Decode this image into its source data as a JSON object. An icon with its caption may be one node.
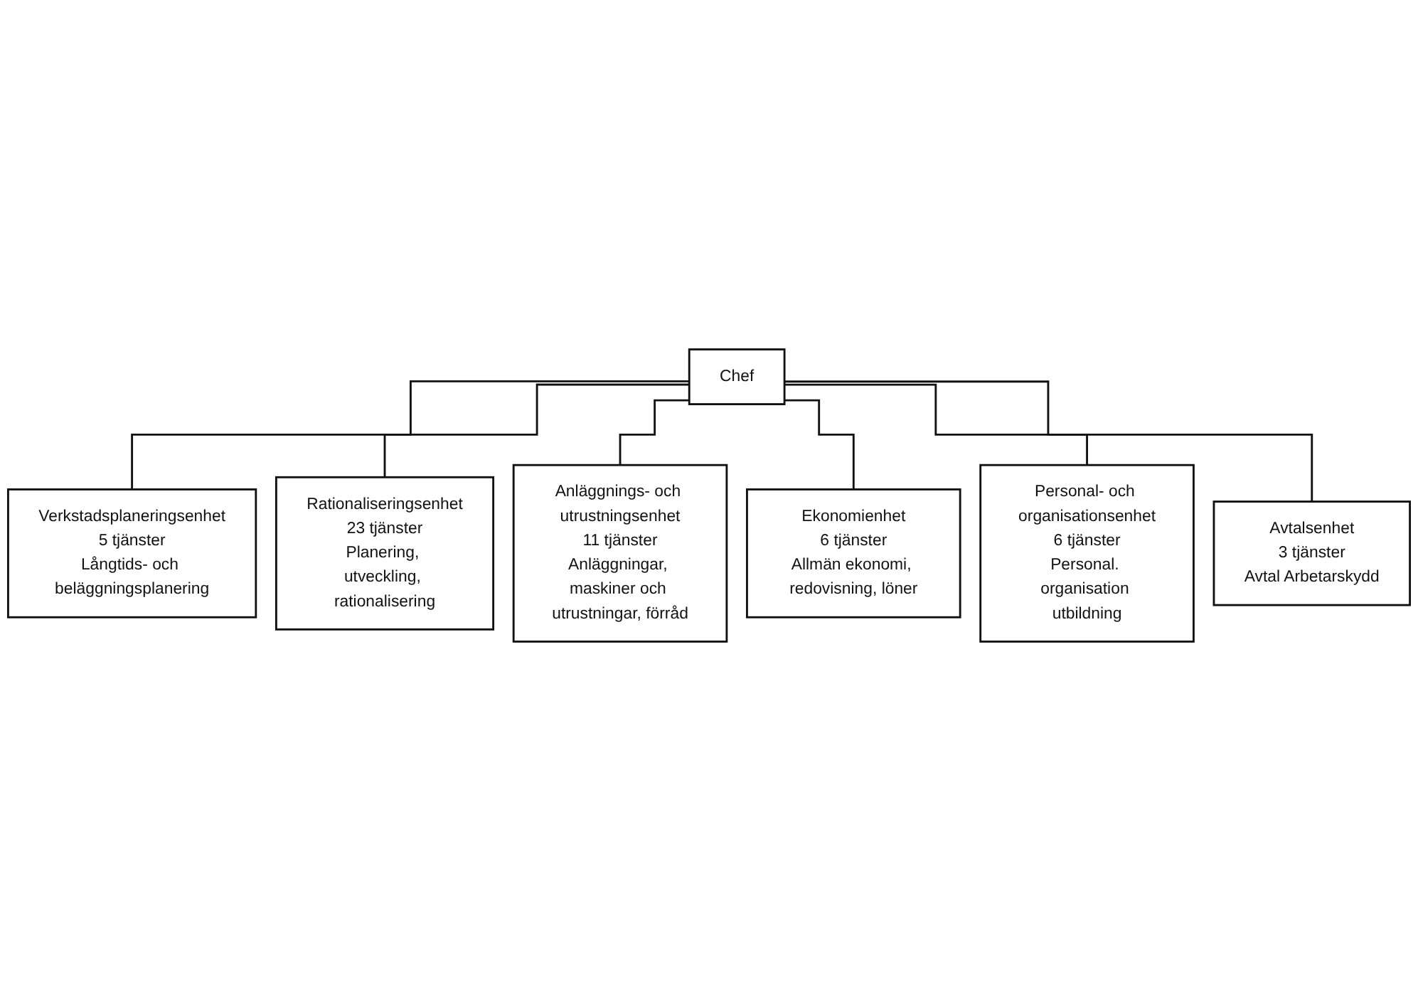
{
  "diagram": {
    "nodes": [
      {
        "text": [
          "Chef"
        ]
      },
      {
        "text": [
          "Verkstadsplaneringsenhet",
          "5 tjänster",
          "Långtids- och beläggningsplanering"
        ]
      },
      {
        "text": [
          "Rationaliseringsenhet",
          "23 tjänster",
          "Planering, utveckling, rationalisering"
        ]
      },
      {
        "text": [
          "Anläggnings- och utrustningsenhet",
          "11 tjänster",
          "Anläggningar, maskiner och utrustningar, förråd"
        ]
      },
      {
        "text": [
          "Ekonomienhet",
          "6 tjänster",
          "Allmän ekonomi, redovisning, löner"
        ]
      },
      {
        "text": [
          "Personal- och organisationsenhet",
          "6 tjänster",
          "Personal. organisation utbildning"
        ]
      },
      {
        "text": [
          "Avtalsenhet",
          "3 tjänster",
          "Avtal Arbetarskydd"
        ]
      }
    ],
    "edges": [
      {
        "from": 0,
        "to": 1,
        "arrow": "none"
      },
      {
        "from": 0,
        "to": 2,
        "arrow": "none"
      },
      {
        "from": 0,
        "to": 3,
        "arrow": "none"
      },
      {
        "from": 0,
        "to": 4,
        "arrow": "none"
      },
      {
        "from": 0,
        "to": 5,
        "arrow": "none"
      },
      {
        "from": 0,
        "to": 6,
        "arrow": "none"
      }
    ]
  }
}
